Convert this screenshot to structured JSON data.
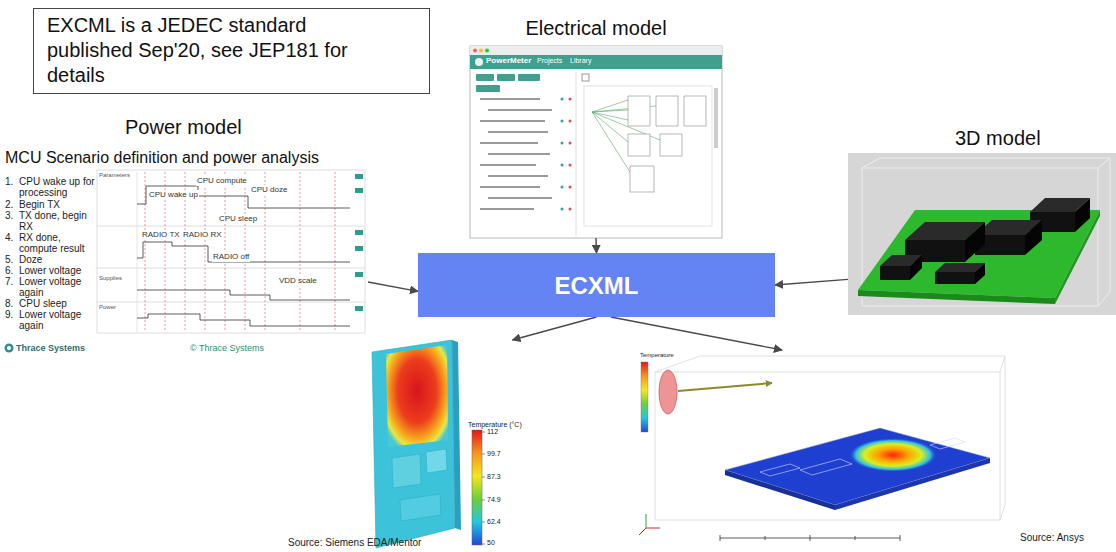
{
  "diagram": {
    "nodes": [
      {
        "text": [
          "EXCML is a JEDEC standard published Sep'20, see JEP181 for details"
        ]
      },
      {
        "text": [
          "Electrical model"
        ]
      },
      {
        "text": [
          "Power model",
          "MCU Scenario definition and power analysis"
        ]
      },
      {
        "text": [
          "3D model"
        ]
      },
      {
        "text": [
          "ECXML"
        ]
      },
      {
        "text": [
          "Source: Siemens EDA/Mentor"
        ]
      },
      {
        "text": [
          "Source: Ansys"
        ]
      }
    ],
    "edges": [
      {
        "from": 2,
        "to": 4,
        "arrow": "to"
      },
      {
        "from": 1,
        "to": 4,
        "arrow": "to"
      },
      {
        "from": 3,
        "to": 4,
        "arrow": "to"
      },
      {
        "from": 4,
        "to": 5,
        "arrow": "to"
      },
      {
        "from": 4,
        "to": 6,
        "arrow": "to"
      }
    ],
    "labels": [
      "PowerMeter",
      "Projects",
      "Library",
      "1.",
      "CPU wake up for processing",
      "2.",
      "Begin TX",
      "3.",
      "TX done, begin RX",
      "4.",
      "RX done, compute result",
      "5.",
      "Doze",
      "6.",
      "Lower voltage",
      "7.",
      "Lower voltage again",
      "8.",
      "CPU sleep",
      "9.",
      "Lower voltage again",
      "Parameters",
      "CPU wake up",
      "CPU compute",
      "CPU doze",
      "CPU sleep",
      "RADIO TX",
      "RADIO RX",
      "RADIO off",
      "VDD scale",
      "Supplies",
      "Power",
      "Thrace Systems",
      "© Thrace Systems",
      "Temperature (°C)",
      "112",
      "99.7",
      "87.3",
      "74.9",
      "62.4",
      "50",
      "Temperature"
    ]
  }
}
